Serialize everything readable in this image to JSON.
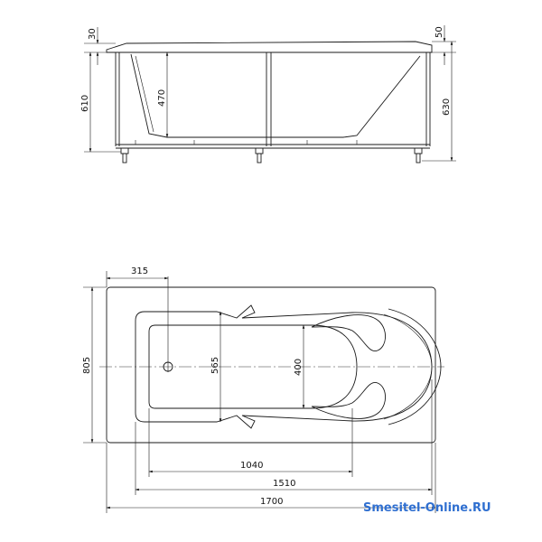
{
  "dimensions": {
    "side_view": {
      "rim_thickness_left": "30",
      "rim_thickness_right": "50",
      "total_height_left": "610",
      "basin_depth": "470",
      "total_height_right": "630"
    },
    "top_view": {
      "drain_offset": "315",
      "outer_width": "805",
      "basin_width": "565",
      "basin_bottom_width": "400",
      "basin_bottom_length": "1040",
      "basin_length": "1510",
      "overall_length": "1700"
    }
  },
  "watermark": "Smesitel-Online.RU",
  "colors": {
    "line": "#1a1a1a",
    "watermark": "#2f6fd0",
    "background": "#ffffff"
  }
}
